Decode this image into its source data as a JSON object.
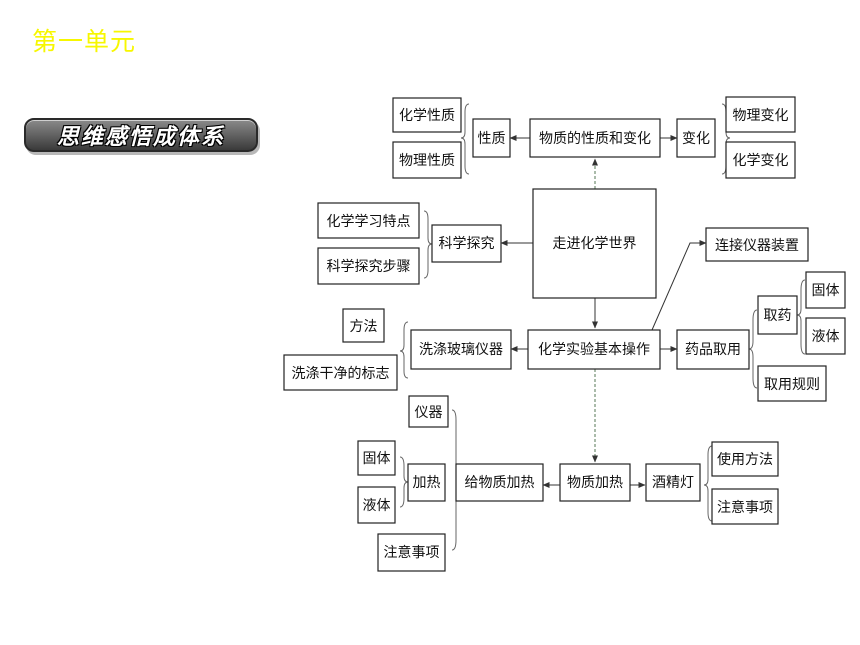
{
  "header": {
    "unit_title": "第一单元",
    "section_title": "思维感悟成体系"
  },
  "nodes": {
    "center": "走进化学世界",
    "properties_change": "物质的性质和变化",
    "property": "性质",
    "chem_property": "化学性质",
    "phys_property": "物理性质",
    "change": "变化",
    "phys_change": "物理变化",
    "chem_change": "化学变化",
    "sci_inquiry": "科学探究",
    "learn_traits": "化学学习特点",
    "inquiry_steps": "科学探究步骤",
    "connect_apparatus": "连接仪器装置",
    "basic_ops": "化学实验基本操作",
    "wash_glass": "洗涤玻璃仪器",
    "method": "方法",
    "clean_mark": "洗涤干净的标志",
    "drug_take": "药品取用",
    "take_drug": "取药",
    "solid_1": "固体",
    "liquid_1": "液体",
    "take_rules": "取用规则",
    "heat_matter": "物质加热",
    "heat_give": "给物质加热",
    "instrument": "仪器",
    "heating": "加热",
    "solid_2": "固体",
    "liquid_2": "液体",
    "notes_1": "注意事项",
    "alcohol_lamp": "酒精灯",
    "usage": "使用方法",
    "notes_2": "注意事项"
  }
}
